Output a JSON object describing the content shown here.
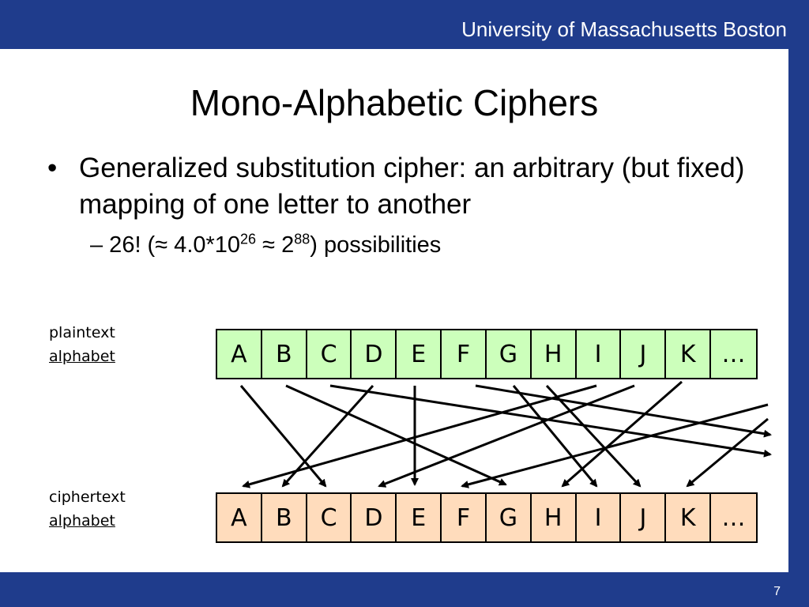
{
  "header": {
    "org_name": "University of Massachusetts Boston"
  },
  "slide": {
    "title": "Mono-Alphabetic Ciphers",
    "bullet_marker": "•",
    "bullet_1": "Generalized substitution cipher: an arbitrary (but fixed) mapping of one letter to another",
    "bullet_2": {
      "prefix": "– 26! (≈ 4.0*10",
      "exp1": "26",
      "middle": " ≈ 2",
      "exp2": "88",
      "suffix": ") possibilities"
    }
  },
  "diagram": {
    "plaintext_label": {
      "line1": "plaintext",
      "line2": "alphabet"
    },
    "ciphertext_label": {
      "line1": "ciphertext",
      "line2": "alphabet"
    },
    "plaintext_cells": [
      "A",
      "B",
      "C",
      "D",
      "E",
      "F",
      "G",
      "H",
      "I",
      "J",
      "K",
      "…"
    ],
    "ciphertext_cells": [
      "A",
      "B",
      "C",
      "D",
      "E",
      "F",
      "G",
      "H",
      "I",
      "J",
      "K",
      "…"
    ]
  },
  "footer": {
    "page_number": "7"
  },
  "colors": {
    "brand_blue": "#1f3c8c",
    "plaintext_fill": "#ccffbb",
    "ciphertext_fill": "#ffdcbc"
  }
}
